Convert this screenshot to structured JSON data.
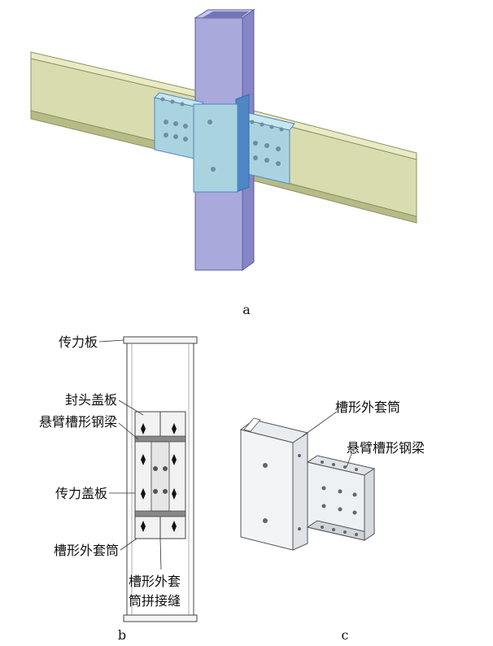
{
  "figure_a": {
    "label": "a"
  },
  "figure_b": {
    "label": "b",
    "callouts": {
      "transfer_plate": "传力板",
      "end_cover_plate": "封头盖板",
      "cantilever_channel_beam": "悬臂槽形钢梁",
      "transfer_cover_plate": "传力盖板",
      "channel_outer_sleeve": "槽形外套筒",
      "sleeve_seam_line1": "槽形外套",
      "sleeve_seam_line2": "筒拼接缝"
    }
  },
  "figure_c": {
    "label": "c",
    "callouts": {
      "channel_outer_sleeve": "槽形外套筒",
      "cantilever_channel_beam": "悬臂槽形钢梁"
    }
  },
  "colors": {
    "beam": "#d9dcae",
    "beam_dark": "#b7bb86",
    "column": "#a9a9dc",
    "column_dark": "#8686c6",
    "sleeve": "#a9d3df",
    "sleeve_dark": "#4f86c6",
    "bolt": "#6f8f9b"
  }
}
